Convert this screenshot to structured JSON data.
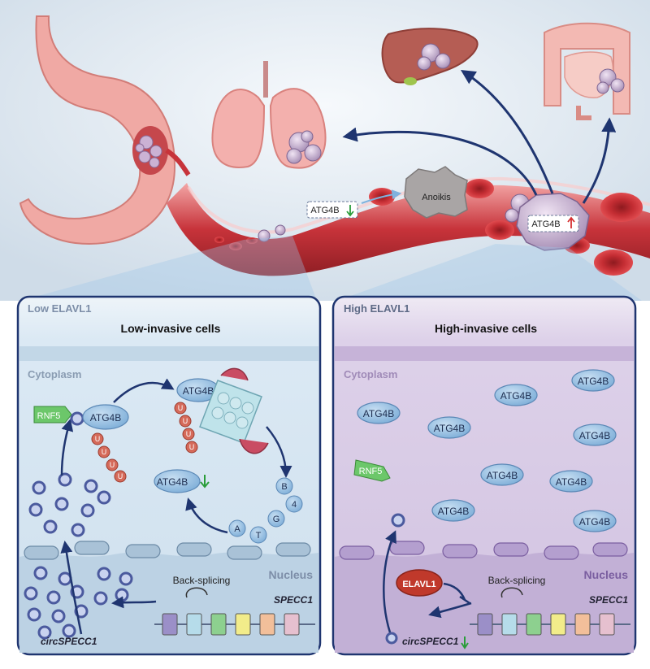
{
  "top": {
    "atg4b_low_label": "ATG4B",
    "atg4b_high_label": "ATG4B",
    "anoikis_label": "Anoikis"
  },
  "left_panel": {
    "corner_label": "Low ELAVL1",
    "title": "Low-invasive cells",
    "cytoplasm_label": "Cytoplasm",
    "nucleus_label": "Nucleus",
    "rnf5_label": "RNF5",
    "atg4b_label": "ATG4B",
    "atg4b_proteasome_label": "ATG4B",
    "atg4b_down_label": "ATG4B",
    "ubiquitin_label": "U",
    "fragments": [
      "B",
      "4",
      "G",
      "T",
      "A"
    ],
    "back_splicing_label": "Back-splicing",
    "gene_label": "SPECC1",
    "circ_label": "circSPECC1"
  },
  "right_panel": {
    "corner_label": "High ELAVL1",
    "title": "High-invasive cells",
    "cytoplasm_label": "Cytoplasm",
    "nucleus_label": "Nucleus",
    "rnf5_label": "RNF5",
    "atg4b_label": "ATG4B",
    "elavl1_label": "ELAVL1",
    "back_splicing_label": "Back-splicing",
    "gene_label": "SPECC1",
    "circ_label": "circSPECC1"
  },
  "colors": {
    "protein_blue": "#8fbbe0",
    "rnf5_green": "#6cc76a",
    "elavl1_red": "#c0392b",
    "ubiquitin_red": "#d56a5a",
    "vessel_red": "#b52b33",
    "cytoplasm_left": "#dbe9f4",
    "cytoplasm_right": "#d9cde6",
    "arrow_navy": "#1f3570",
    "down_arrow_green": "#2a9d3a",
    "up_arrow_red": "#d63031"
  },
  "icons": [
    "stomach-icon",
    "lungs-icon",
    "liver-icon",
    "intestine-icon",
    "blood-vessel-icon",
    "red-blood-cell-icon",
    "tumor-cell-icon",
    "proteasome-icon",
    "circrna-icon",
    "gene-exon-icon"
  ]
}
